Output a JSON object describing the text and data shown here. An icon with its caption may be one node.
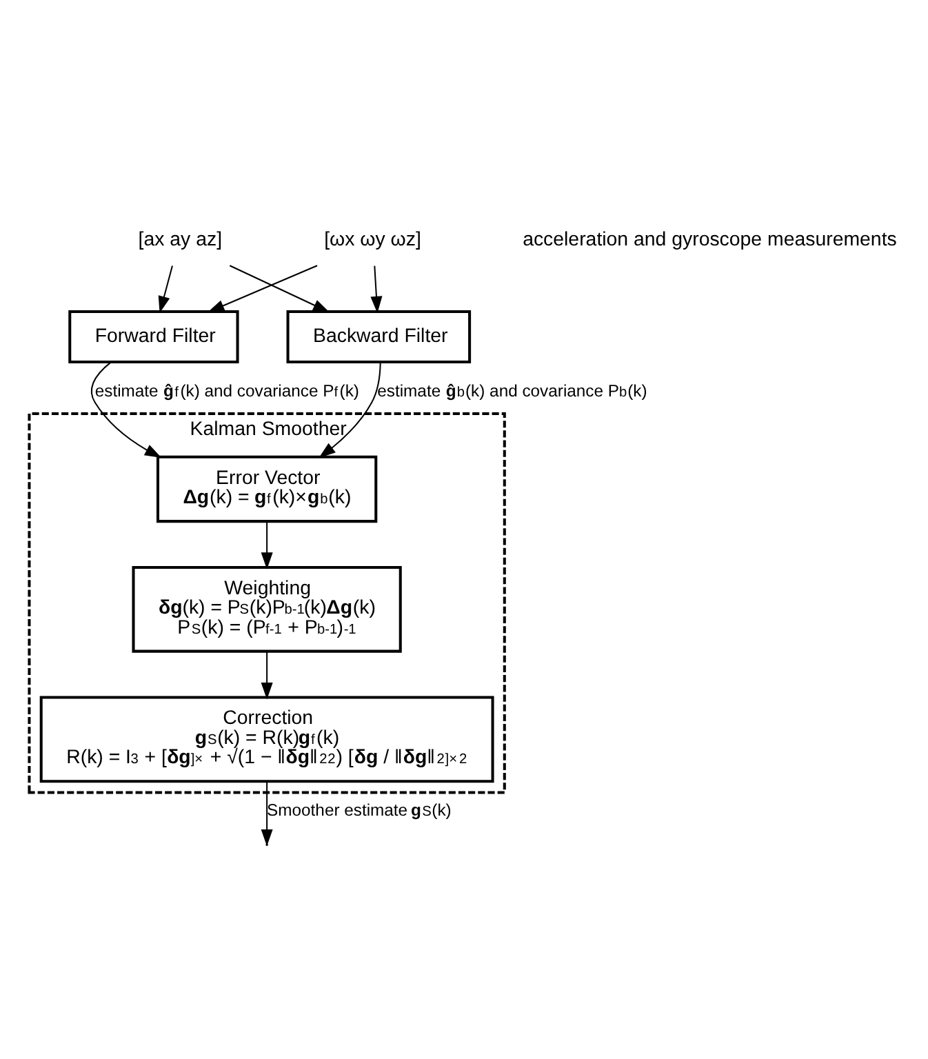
{
  "diagram": {
    "nodes": [
      {
        "text": [
          "[ax ay az]"
        ]
      },
      {
        "text": [
          "[ωx ωy ωz]"
        ]
      },
      {
        "text": [
          "Forward Filter"
        ]
      },
      {
        "text": [
          "Backward Filter"
        ]
      },
      {
        "text": [
          "Kalman Smoother"
        ]
      },
      {
        "text": [
          "Error Vector",
          "**Δg**(k) = **g**$^{f}$(k)×**g**$^{b}$(k)"
        ],
        "in": 4
      },
      {
        "text": [
          "Weighting",
          "**δg**(k) = P$^{S}$(k)P$^{b-1}$(k)**Δg**(k)",
          "P$^{S}$(k) = (P$^{f-1}$ + P$^{b-1}$)$^{-1}$"
        ],
        "in": 4
      },
      {
        "text": [
          "Correction",
          "**g**$^{S}$(k) = R(k)**g**$^{f}$(k)",
          "R(k) = I$_{3}$ + [**δg**]$_{×}$ + √(1 − ‖**δg**‖$_{2}$$^{2}$) [**δg** / ‖**δg**‖$_{2}$]$_{×}$$^{2}$"
        ],
        "in": 4
      }
    ],
    "edges": [
      {
        "from": 0,
        "to": 2,
        "arrow": "to"
      },
      {
        "from": 1,
        "to": 2,
        "arrow": "to"
      },
      {
        "from": 0,
        "to": 3,
        "arrow": "to"
      },
      {
        "from": 1,
        "to": 3,
        "arrow": "to"
      },
      {
        "from": 2,
        "to": 5,
        "arrow": "to",
        "label": "estimate **ĝ**$^{f}$(k) and covariance P$^{f}$(k)"
      },
      {
        "from": 3,
        "to": 5,
        "arrow": "to",
        "label": "estimate **ĝ**$^{b}$(k) and covariance P$^{b}$(k)"
      },
      {
        "from": 5,
        "to": 6,
        "arrow": "to"
      },
      {
        "from": 6,
        "to": 7,
        "arrow": "to"
      },
      {
        "from": 7,
        "to": null,
        "arrow": "to",
        "label": "Smoother estimate **g**$^{S}$(k)"
      }
    ],
    "labels": [
      "acceleration and gyroscope measurements"
    ]
  }
}
